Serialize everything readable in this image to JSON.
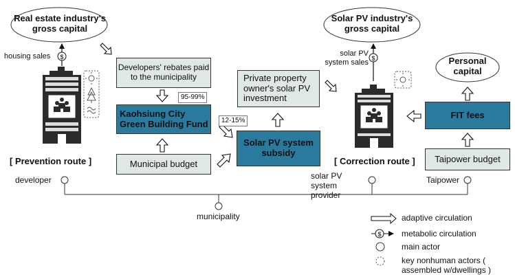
{
  "nodes": {
    "real_estate_capital": "Real estate industry's gross capital",
    "solar_capital": "Solar PV industry's gross capital",
    "personal_capital": "Personal capital",
    "developers_rebates": "Developers' rebates paid to the municipality",
    "green_fund": "Kaohsiung City Green Building Fund",
    "municipal_budget": "Municipal budget",
    "private_investment": "Private property owner's solar PV investment",
    "solar_subsidy": "Solar PV system subsidy",
    "fit_fees": "FIT fees",
    "taipower_budget": "Taipower budget"
  },
  "flow_labels": {
    "housing_sales": "housing sales",
    "solar_sales": "solar PV system sales",
    "pct_95": "95-99%",
    "pct_12": "12-15%"
  },
  "routes": {
    "prevention": "[ Prevention route ]",
    "correction": "[ Correction route ]"
  },
  "actors": {
    "developer": "developer",
    "provider": "solar PV system provider",
    "taipower": "Taipower",
    "municipality": "municipality"
  },
  "legend": {
    "adaptive": "adaptive circulation",
    "metabolic": "metabolic circulation",
    "main_actor": "main actor",
    "nonhuman": "key nonhuman actors ( assembled w/dwellings )"
  },
  "colors": {
    "gray_box": "#dfe8e3",
    "blue_box": "#2a7a9d",
    "building": "#2b2b2b"
  }
}
